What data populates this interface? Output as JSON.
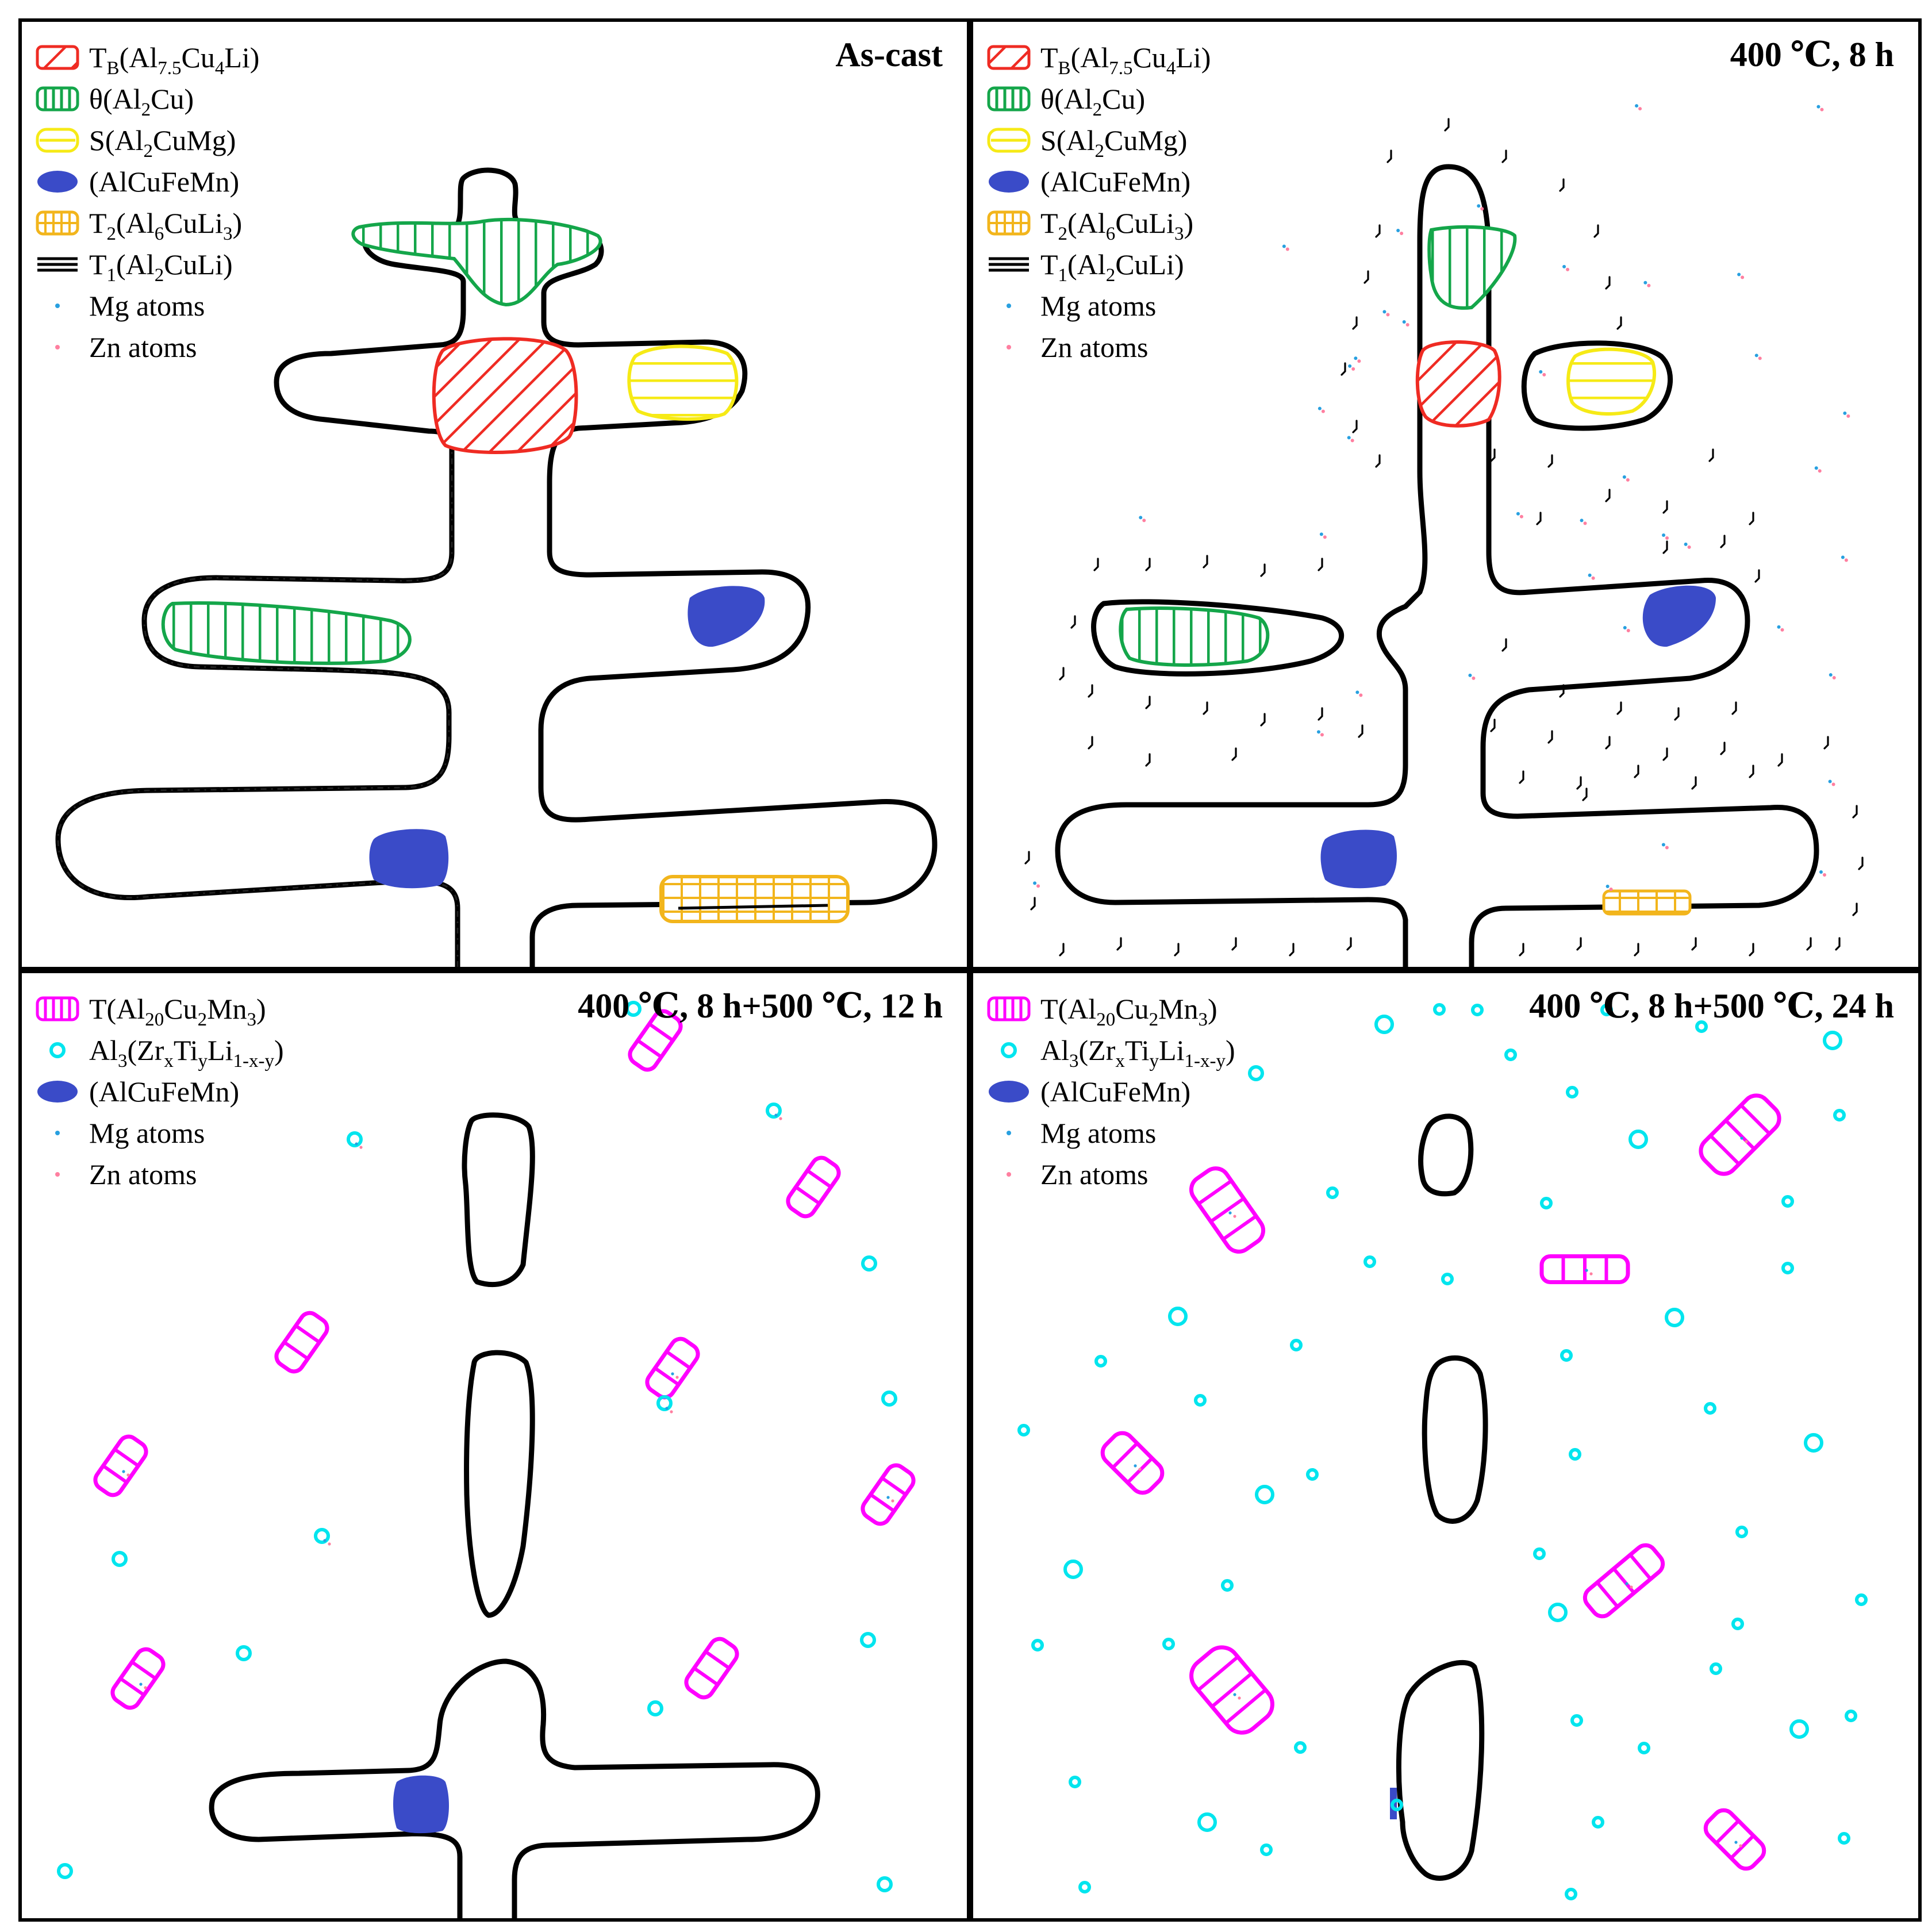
{
  "colors": {
    "TB": "#ef2b23",
    "theta": "#14a64a",
    "S": "#f6ea16",
    "AlCuFeMn": "#3a4bc8",
    "T2": "#f2b51c",
    "T1": "#000000",
    "T": "#ff00ff",
    "Al3": "#00e5ee",
    "Mg": "#28a0e0",
    "Zn": "#ff7fa0"
  },
  "panels": [
    {
      "title": "As-cast",
      "legend": [
        {
          "icon": "diagonal-hatch-icon",
          "color": "TB",
          "label": "T",
          "sub": "B",
          "formula": [
            [
              "(Al",
              ""
            ],
            [
              "7.5",
              "sub"
            ],
            [
              "Cu",
              ""
            ],
            [
              "4",
              "sub"
            ],
            [
              "Li)",
              ""
            ]
          ]
        },
        {
          "icon": "vertical-hatch-icon",
          "color": "theta",
          "label": "θ",
          "formula": [
            [
              "(Al",
              ""
            ],
            [
              "2",
              "sub"
            ],
            [
              "Cu)",
              ""
            ]
          ]
        },
        {
          "icon": "horizontal-hatch-icon",
          "color": "S",
          "label": "S",
          "formula": [
            [
              "(Al",
              ""
            ],
            [
              "2",
              "sub"
            ],
            [
              "CuMg)",
              ""
            ]
          ]
        },
        {
          "icon": "filled-blob-icon",
          "color": "AlCuFeMn",
          "label": "(AlCuFeMn)"
        },
        {
          "icon": "grid-hatch-icon",
          "color": "T2",
          "label": "T",
          "sub": "2",
          "formula": [
            [
              "(Al",
              ""
            ],
            [
              "6",
              "sub"
            ],
            [
              "CuLi",
              ""
            ],
            [
              "3",
              "sub"
            ],
            [
              ")",
              ""
            ]
          ]
        },
        {
          "icon": "triple-line-icon",
          "color": "T1",
          "label": "T",
          "sub": "1",
          "formula": [
            [
              "(Al",
              ""
            ],
            [
              "2",
              "sub"
            ],
            [
              "CuLi)",
              ""
            ]
          ]
        },
        {
          "icon": "dot-icon",
          "color": "Mg",
          "label": "Mg atoms"
        },
        {
          "icon": "dot-icon",
          "color": "Zn",
          "label": "Zn atoms"
        }
      ]
    },
    {
      "title": "400 ℃, 8 h",
      "legend": [
        {
          "icon": "diagonal-hatch-icon",
          "color": "TB",
          "label": "T",
          "sub": "B",
          "formula": [
            [
              "(Al",
              ""
            ],
            [
              "7.5",
              "sub"
            ],
            [
              "Cu",
              ""
            ],
            [
              "4",
              "sub"
            ],
            [
              "Li)",
              ""
            ]
          ]
        },
        {
          "icon": "vertical-hatch-icon",
          "color": "theta",
          "label": "θ",
          "formula": [
            [
              "(Al",
              ""
            ],
            [
              "2",
              "sub"
            ],
            [
              "Cu)",
              ""
            ]
          ]
        },
        {
          "icon": "horizontal-hatch-icon",
          "color": "S",
          "label": "S",
          "formula": [
            [
              "(Al",
              ""
            ],
            [
              "2",
              "sub"
            ],
            [
              "CuMg)",
              ""
            ]
          ]
        },
        {
          "icon": "filled-blob-icon",
          "color": "AlCuFeMn",
          "label": "(AlCuFeMn)"
        },
        {
          "icon": "grid-hatch-icon",
          "color": "T2",
          "label": "T",
          "sub": "2",
          "formula": [
            [
              "(Al",
              ""
            ],
            [
              "6",
              "sub"
            ],
            [
              "CuLi",
              ""
            ],
            [
              "3",
              "sub"
            ],
            [
              ")",
              ""
            ]
          ]
        },
        {
          "icon": "triple-line-icon",
          "color": "T1",
          "label": "T",
          "sub": "1",
          "formula": [
            [
              "(Al",
              ""
            ],
            [
              "2",
              "sub"
            ],
            [
              "CuLi)",
              ""
            ]
          ]
        },
        {
          "icon": "dot-icon",
          "color": "Mg",
          "label": "Mg atoms"
        },
        {
          "icon": "dot-icon",
          "color": "Zn",
          "label": "Zn atoms"
        }
      ]
    },
    {
      "title": "400 ℃, 8 h+500 ℃, 12 h",
      "legend": [
        {
          "icon": "vertical-hatch-icon",
          "color": "T",
          "label": "T",
          "formula": [
            [
              "(Al",
              ""
            ],
            [
              "20",
              "sub"
            ],
            [
              "Cu",
              ""
            ],
            [
              "2",
              "sub"
            ],
            [
              "Mn",
              ""
            ],
            [
              "3",
              "sub"
            ],
            [
              ")",
              ""
            ]
          ]
        },
        {
          "icon": "ring-icon",
          "color": "Al3",
          "label": "Al",
          "sub": "3",
          "formula": [
            [
              "(Zr",
              ""
            ],
            [
              "x",
              "sub"
            ],
            [
              "Ti",
              ""
            ],
            [
              "y",
              "sub"
            ],
            [
              "Li",
              ""
            ],
            [
              "1-x-y",
              "sub"
            ],
            [
              ")",
              ""
            ]
          ]
        },
        {
          "icon": "filled-blob-icon",
          "color": "AlCuFeMn",
          "label": "(AlCuFeMn)"
        },
        {
          "icon": "dot-icon",
          "color": "Mg",
          "label": "Mg atoms"
        },
        {
          "icon": "dot-icon",
          "color": "Zn",
          "label": "Zn atoms"
        }
      ]
    },
    {
      "title": "400 ℃, 8 h+500 ℃, 24 h",
      "legend": [
        {
          "icon": "vertical-hatch-icon",
          "color": "T",
          "label": "T",
          "formula": [
            [
              "(Al",
              ""
            ],
            [
              "20",
              "sub"
            ],
            [
              "Cu",
              ""
            ],
            [
              "2",
              "sub"
            ],
            [
              "Mn",
              ""
            ],
            [
              "3",
              "sub"
            ],
            [
              ")",
              ""
            ]
          ]
        },
        {
          "icon": "ring-icon",
          "color": "Al3",
          "label": "Al",
          "sub": "3",
          "formula": [
            [
              "(Zr",
              ""
            ],
            [
              "x",
              "sub"
            ],
            [
              "Ti",
              ""
            ],
            [
              "y",
              "sub"
            ],
            [
              "Li",
              ""
            ],
            [
              "1-x-y",
              "sub"
            ],
            [
              ")",
              ""
            ]
          ]
        },
        {
          "icon": "filled-blob-icon",
          "color": "AlCuFeMn",
          "label": "(AlCuFeMn)"
        },
        {
          "icon": "dot-icon",
          "color": "Mg",
          "label": "Mg atoms"
        },
        {
          "icon": "dot-icon",
          "color": "Zn",
          "label": "Zn atoms"
        }
      ]
    }
  ]
}
